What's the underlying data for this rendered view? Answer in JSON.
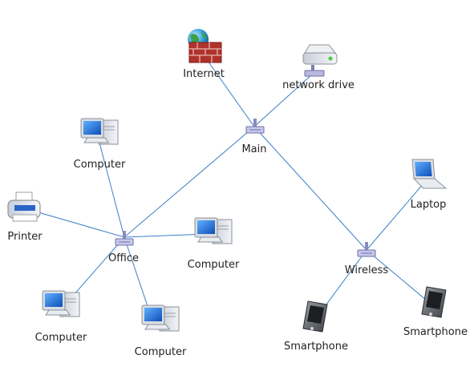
{
  "nodes": {
    "internet": {
      "label": "Internet",
      "icon": "firewall-globe-icon"
    },
    "network_drive": {
      "label": "network drive",
      "icon": "network-drive-icon"
    },
    "main": {
      "label": "Main",
      "icon": "network-switch-icon"
    },
    "computer_top": {
      "label": "Computer",
      "icon": "computer-icon"
    },
    "printer": {
      "label": "Printer",
      "icon": "printer-icon"
    },
    "office": {
      "label": "Office",
      "icon": "network-switch-icon"
    },
    "computer_right": {
      "label": "Computer",
      "icon": "computer-icon"
    },
    "computer_bottom_left": {
      "label": "Computer",
      "icon": "computer-icon"
    },
    "computer_bottom": {
      "label": "Computer",
      "icon": "computer-icon"
    },
    "laptop": {
      "label": "Laptop",
      "icon": "laptop-icon"
    },
    "wireless": {
      "label": "Wireless",
      "icon": "network-switch-icon"
    },
    "smartphone_left": {
      "label": "Smartphone",
      "icon": "smartphone-icon"
    },
    "smartphone_right": {
      "label": "Smartphone",
      "icon": "smartphone-icon"
    }
  },
  "links": [
    [
      "main",
      "internet"
    ],
    [
      "main",
      "network_drive"
    ],
    [
      "main",
      "office"
    ],
    [
      "main",
      "wireless"
    ],
    [
      "office",
      "computer_top"
    ],
    [
      "office",
      "printer"
    ],
    [
      "office",
      "computer_right"
    ],
    [
      "office",
      "computer_bottom_left"
    ],
    [
      "office",
      "computer_bottom"
    ],
    [
      "wireless",
      "laptop"
    ],
    [
      "wireless",
      "smartphone_left"
    ],
    [
      "wireless",
      "smartphone_right"
    ]
  ],
  "colors": {
    "link": "#3a7fc4",
    "screen": "#1f6fd6",
    "case": "#dfe3ea",
    "firewall": "#b0332b",
    "globe": "#3aa04a"
  }
}
